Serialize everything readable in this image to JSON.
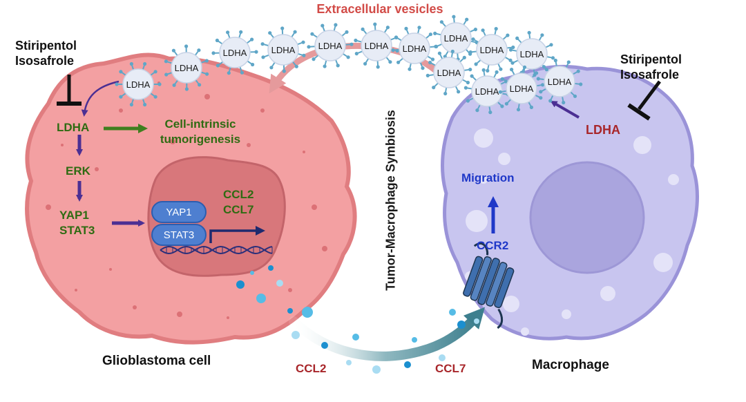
{
  "title": "Extracellular vesicles",
  "colors": {
    "tumor_fill": "#f3a0a2",
    "tumor_edge": "#e07d80",
    "nucleus_fill": "#d8777b",
    "macrophage_fill": "#c8c5ef",
    "macrophage_edge": "#9a93d8",
    "pathway_arrow": "#4b2f93",
    "green_arrow": "#3f7f1f",
    "vesicle_fill": "#e7ecf6",
    "vesicle_spike": "#5fa6c7",
    "chemokine": "#2aa2d6"
  },
  "tumor": {
    "inhibitors": [
      "Stiripentol",
      "Isosafrole"
    ],
    "ldha": "LDHA",
    "erk": "ERK",
    "yap1": "YAP1",
    "stat3": "STAT3",
    "intrinsic": [
      "Cell-intrinsic",
      "tumorigenesis"
    ],
    "nucleus_yap1": "YAP1",
    "nucleus_stat3": "STAT3",
    "ccl2": "CCL2",
    "ccl7": "CCL7",
    "caption": "Glioblastoma cell"
  },
  "macrophage": {
    "inhibitors": [
      "Stiripentol",
      "Isosafrole"
    ],
    "ldha": "LDHA",
    "migration": "Migration",
    "ccr2": "CCR2",
    "caption": "Macrophage"
  },
  "center_label": "Tumor-Macrophage Symbiosis",
  "bottom": {
    "ccl2": "CCL2",
    "ccl7": "CCL7"
  },
  "vesicle_label": "LDHA",
  "vesicle_count": 14
}
